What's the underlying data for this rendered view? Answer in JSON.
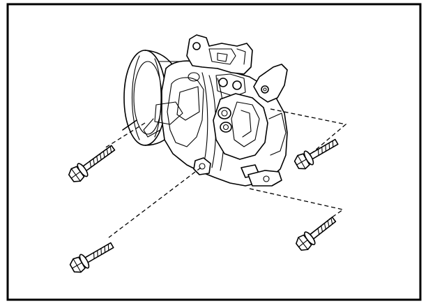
{
  "figure": {
    "kind": "exploded-view line drawing",
    "parts": [
      {
        "id": "compressor",
        "icon": "ac-compressor-icon"
      },
      {
        "id": "bolt-upper-left",
        "icon": "bolt-icon"
      },
      {
        "id": "bolt-lower-left",
        "icon": "bolt-icon"
      },
      {
        "id": "bolt-upper-right",
        "icon": "bolt-icon"
      },
      {
        "id": "bolt-lower-right",
        "icon": "bolt-icon"
      }
    ],
    "colors": {
      "line": "#000000",
      "background": "#ffffff"
    }
  }
}
